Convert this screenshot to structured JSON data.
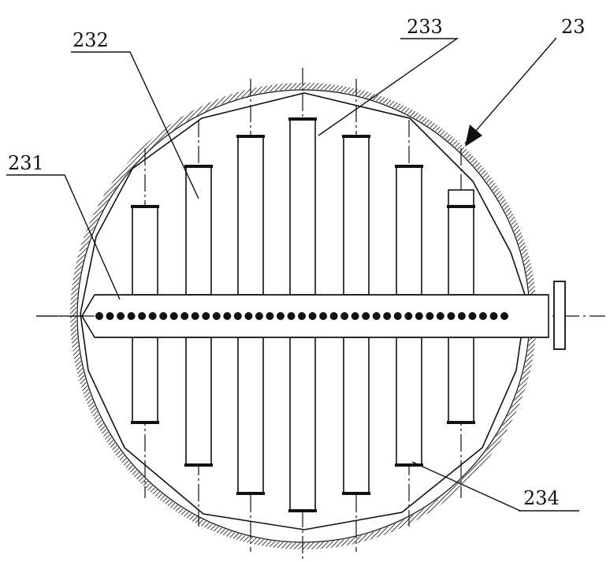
{
  "labels": {
    "l231": "231",
    "l232": "232",
    "l233": "233",
    "l23": "23",
    "l234": "234"
  }
}
